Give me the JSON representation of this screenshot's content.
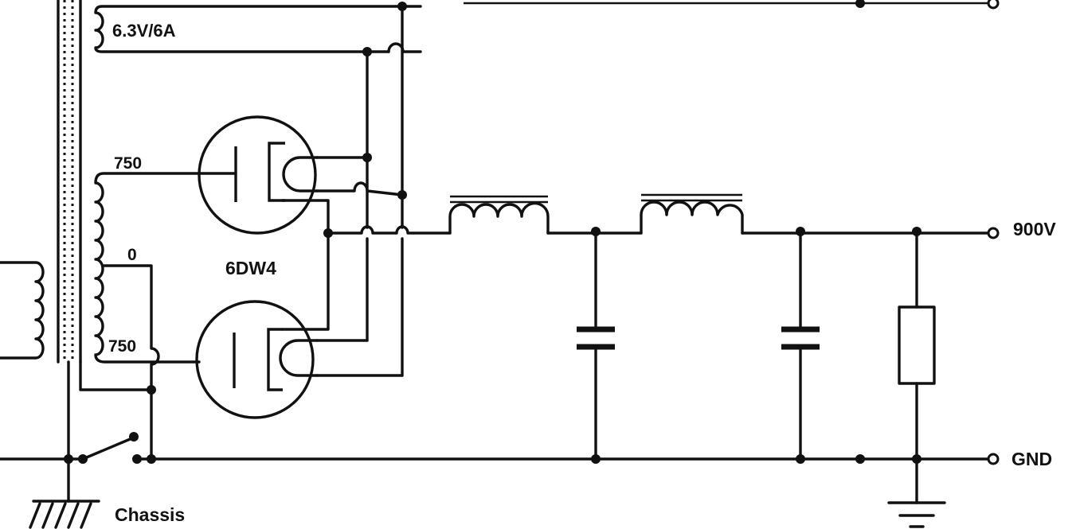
{
  "labels": {
    "heater_winding": "6.3V/6A",
    "hv_top": "750",
    "center_tap": "0",
    "hv_bottom": "750",
    "tube": "6DW4",
    "output_hv": "900V",
    "output_gnd": "GND",
    "chassis": "Chassis"
  },
  "colors": {
    "ink": "#111111",
    "background": "#ffffff"
  }
}
